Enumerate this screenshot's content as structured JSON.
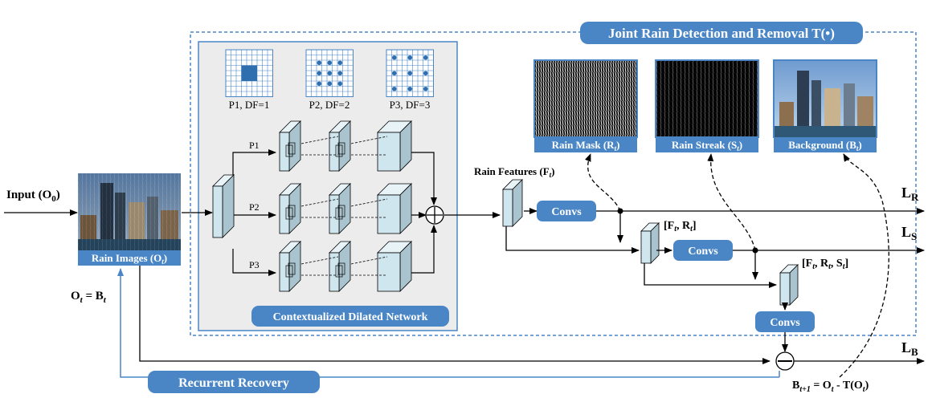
{
  "title_joint": "Joint Rain Detection and Removal T(•)",
  "input_label": "Input (O",
  "input_sub": "0",
  "input_close": ")",
  "rain_images": "Rain Images (O",
  "rain_images_sub": "t",
  "rain_images_close": ")",
  "ot_bt": {
    "o": "O",
    "t1": "t",
    "eq": " = B",
    "t2": "t"
  },
  "recurrent_recovery": "Recurrent Recovery",
  "context_net": "Contextualized Dilated Network",
  "patterns": [
    {
      "label": "P1, DF=1"
    },
    {
      "label": "P2, DF=2"
    },
    {
      "label": "P3, DF=3"
    }
  ],
  "branches": [
    "P1",
    "P2",
    "P3"
  ],
  "rain_features": {
    "text": "Rain Features (F",
    "sub": "t",
    "close": ")"
  },
  "convs": "Convs",
  "fr": {
    "open": "[F",
    "sub1": "t",
    "mid": ", R",
    "sub2": "t",
    "close": "]"
  },
  "frs": {
    "open": "[F",
    "sub1": "t",
    "mid1": ", R",
    "sub2": "t",
    "mid2": ", S",
    "sub3": "t",
    "close": "]"
  },
  "outputs": [
    {
      "text": "Rain Mask (R",
      "sub": "t",
      "close": ")"
    },
    {
      "text": "Rain Streak (S",
      "sub": "t",
      "close": ")"
    },
    {
      "text": "Background (B",
      "sub": "t",
      "close": ")"
    }
  ],
  "losses": [
    {
      "main": "L",
      "sub": "R"
    },
    {
      "main": "L",
      "sub": "S"
    },
    {
      "main": "L",
      "sub": "B"
    }
  ],
  "bt1": {
    "b": "B",
    "sub": "t+1",
    "eq": " = O",
    "sub2": "t",
    "rest": " - T(O",
    "sub3": "t",
    "close": ")"
  },
  "colors": {
    "accent": "#4a86c5",
    "cube": "#cfe6ef",
    "panel": "#ececec"
  }
}
